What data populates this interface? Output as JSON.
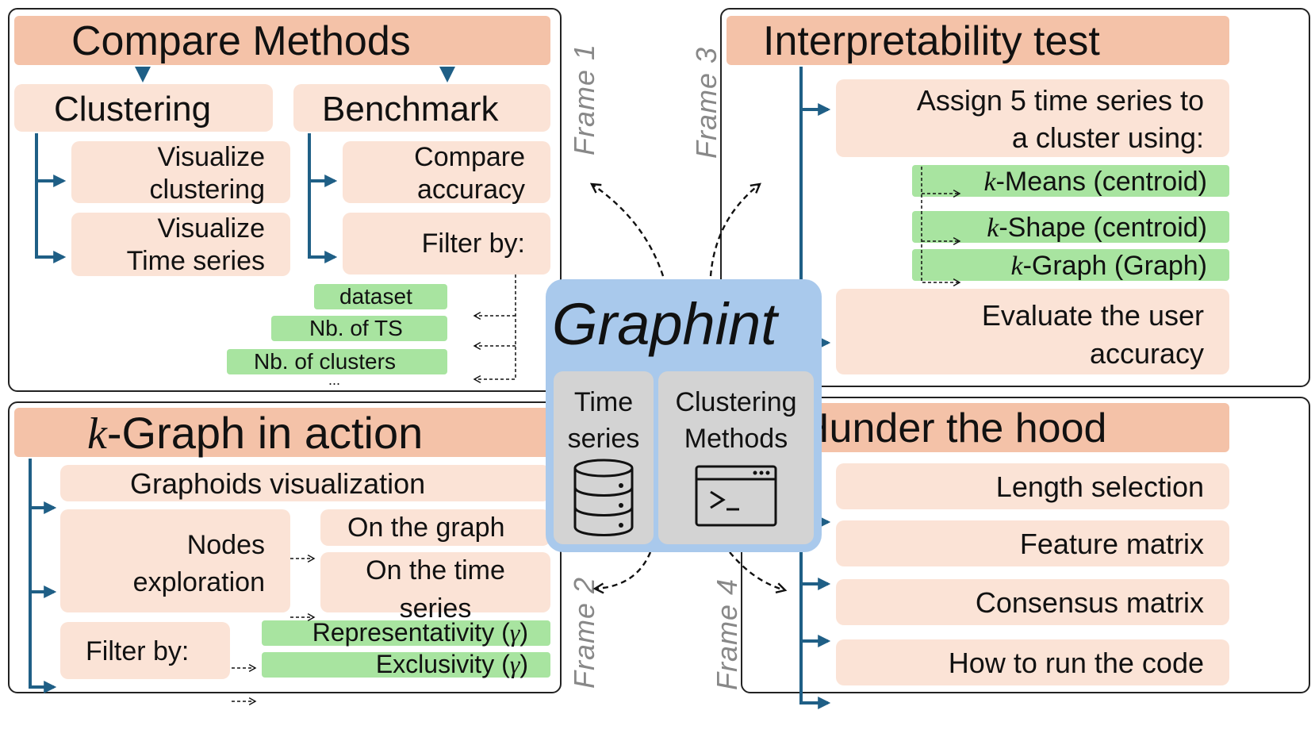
{
  "center": {
    "title": "Graphint",
    "time_series": "Time\nseries",
    "clustering_methods": "Clustering\nMethods",
    "icons": [
      "database-icon",
      "terminal-icon"
    ]
  },
  "frame_labels": {
    "f1": "Frame 1",
    "f2": "Frame 2",
    "f3": "Frame 3",
    "f4": "Frame 4"
  },
  "frame1": {
    "title": "Compare Methods",
    "clustering": "Clustering",
    "benchmark": "Benchmark",
    "visualize_clustering": "Visualize\nclustering",
    "visualize_ts": "Visualize\nTime series",
    "compare_accuracy": "Compare\naccuracy",
    "filter_by": "Filter by:",
    "filters": [
      "dataset",
      "Nb. of TS",
      "Nb. of clusters"
    ],
    "ellipsis": "..."
  },
  "frame2": {
    "title_k": "k",
    "title_rest": "-Graph in action",
    "graphoids": "Graphoids visualization",
    "nodes_exploration": "Nodes\nexploration",
    "on_graph": "On the graph",
    "on_ts": "On the time\nseries",
    "filter_by": "Filter by:",
    "representativity": "Representativity (",
    "exclusivity": "Exclusivity (",
    "gamma": "γ",
    "close_paren": ")"
  },
  "frame3": {
    "title": "Interpretability test",
    "assign": "Assign 5 time series to\na cluster using:",
    "methods": [
      {
        "k": "k",
        "rest": "-Means (centroid)"
      },
      {
        "k": "k",
        "rest": "-Shape (centroid)"
      },
      {
        "k": "k",
        "rest": "-Graph (Graph)"
      }
    ],
    "evaluate": "Evaluate the user\naccuracy"
  },
  "frame4": {
    "title": "Hunder the hood",
    "items": [
      "Length selection",
      "Feature matrix",
      "Consensus matrix",
      "How to run the code"
    ]
  },
  "colors": {
    "title_bg": "#f4c2a8",
    "peach": "#fbe3d6",
    "green": "#a8e4a0",
    "arrow_blue": "#1f5f86",
    "center_bg": "#a9c9ec"
  }
}
